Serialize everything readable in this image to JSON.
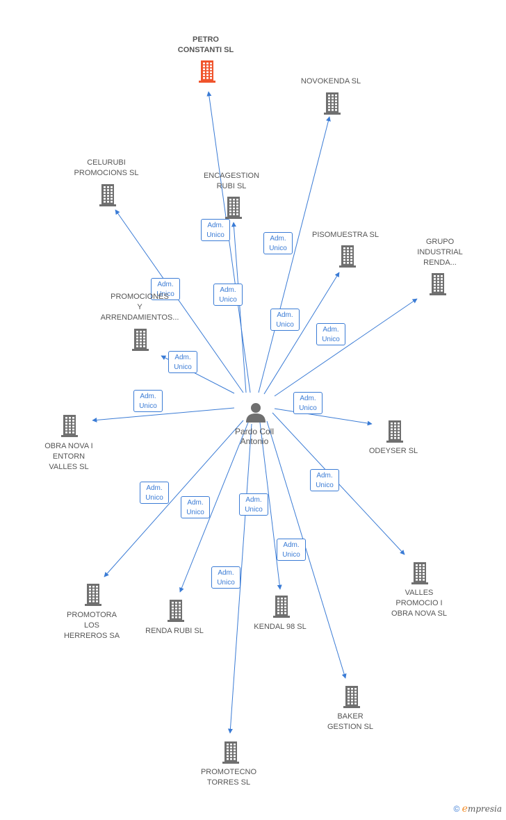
{
  "center": {
    "name_line1": "Pardo Coll",
    "name_line2": "Antonio"
  },
  "relation_label_line1": "Adm.",
  "relation_label_line2": "Unico",
  "colors": {
    "edge": "#3a7bd5",
    "building": "#6f6f6f",
    "building_highlight": "#f0542c"
  },
  "companies": [
    {
      "id": "petro",
      "lines": [
        "PETRO",
        "CONSTANTI SL"
      ],
      "highlight": true
    },
    {
      "id": "novokenda",
      "lines": [
        "NOVOKENDA SL"
      ]
    },
    {
      "id": "celurubi",
      "lines": [
        "CELURUBI",
        "PROMOCIONS SL"
      ]
    },
    {
      "id": "encagestion",
      "lines": [
        "ENCAGESTION",
        "RUBI SL"
      ]
    },
    {
      "id": "pisomuestra",
      "lines": [
        "PISOMUESTRA SL"
      ]
    },
    {
      "id": "grupo",
      "lines": [
        "GRUPO",
        "INDUSTRIAL",
        "RENDA..."
      ]
    },
    {
      "id": "promociones",
      "lines": [
        "PROMOCIONES",
        "Y",
        "ARRENDAMIENTOS..."
      ]
    },
    {
      "id": "obranova",
      "lines": [
        "OBRA NOVA I",
        "ENTORN",
        "VALLES SL"
      ]
    },
    {
      "id": "odeyser",
      "lines": [
        "ODEYSER SL"
      ]
    },
    {
      "id": "valles",
      "lines": [
        "VALLES",
        "PROMOCIO I",
        "OBRA NOVA SL"
      ]
    },
    {
      "id": "promotora",
      "lines": [
        "PROMOTORA",
        "LOS",
        "HERREROS SA"
      ]
    },
    {
      "id": "rendarubi",
      "lines": [
        "RENDA RUBI SL"
      ]
    },
    {
      "id": "kendal",
      "lines": [
        "KENDAL 98 SL"
      ]
    },
    {
      "id": "baker",
      "lines": [
        "BAKER",
        "GESTION SL"
      ]
    },
    {
      "id": "promotecno",
      "lines": [
        "PROMOTECNO",
        "TORRES SL"
      ]
    }
  ],
  "footer": {
    "copyright": "©",
    "e": "e",
    "brand": "mpresia"
  }
}
